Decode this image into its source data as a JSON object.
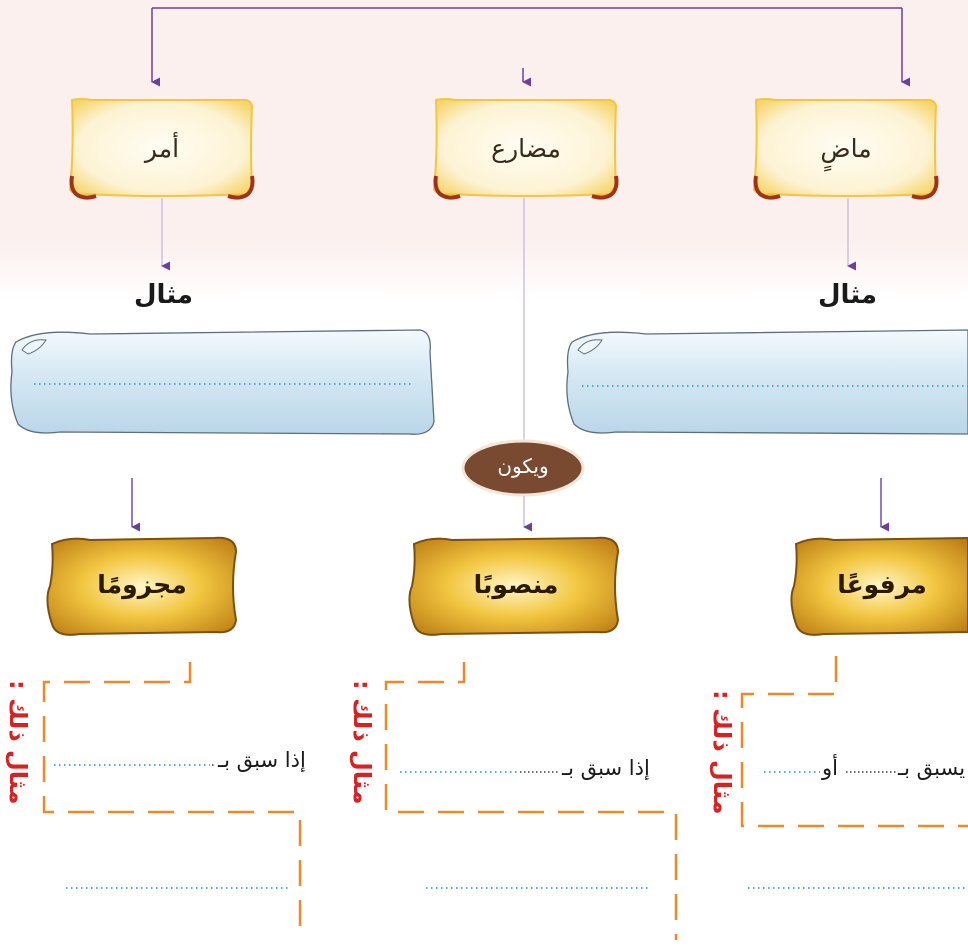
{
  "tenses": {
    "amr": "أمر",
    "mudari": "مضارع",
    "madi": "ماضٍ"
  },
  "example_label": "مثال",
  "connector": "ويكون",
  "cases": {
    "majzum": "مجزومًا",
    "mansub": "منصوبًا",
    "marfu": "مرفوعًا"
  },
  "conditions": {
    "majzum_text": "إذا سبق بـ",
    "mansub_text": "إذا سبق بـ",
    "marfu_text": "يسبق بـ",
    "marfu_or": "أو"
  },
  "side_label": "مثال ذلك :",
  "colors": {
    "arrow": "#6a3fa0",
    "parchment": "#fdf6df",
    "parchment_edge": "#f2cc4a",
    "scroll_fill": "#d3e6f2",
    "gold_box": "#e0a524",
    "connector_oval": "#7a4a30",
    "dashed_frame": "#ec8a2a",
    "dotted_line": "#3aa0d8",
    "side_label": "#d62222"
  }
}
